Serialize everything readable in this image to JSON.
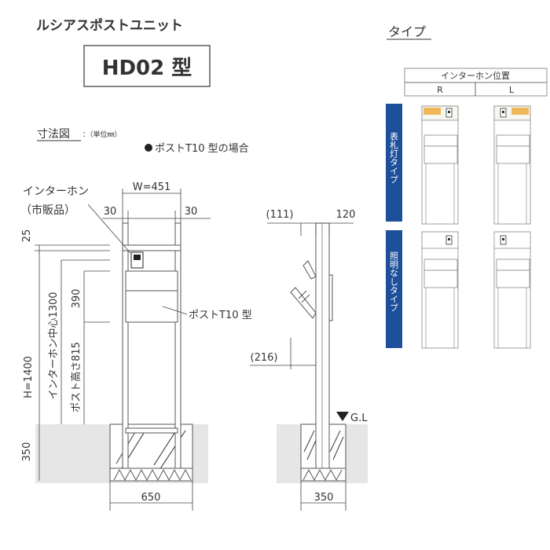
{
  "header": {
    "product_name": "ルシアスポストユニット",
    "model": "HD02 型"
  },
  "types_panel": {
    "title": "タイプ",
    "table_header": "インターホン位置",
    "col_r": "R",
    "col_l": "L",
    "row1_label": "表札灯タイプ",
    "row2_label": "照明なしタイプ",
    "row_label_color": "#1d4f9a"
  },
  "drawing": {
    "section_title": "寸法図",
    "unit_note": "：（単位㎜）",
    "variant_note": "ポストT10 型の場合",
    "labels": {
      "intercom_1": "インターホン",
      "intercom_2": "（市販品）",
      "width": "W=451",
      "margin_left": "30",
      "margin_right": "30",
      "top": "25",
      "height": "H=1400",
      "intercom_center": "インターホン中心1300",
      "post_height": "ポスト高さ815",
      "post_box": "390",
      "post_type": "ポストT10 型",
      "depth_base": "350",
      "base_width": "650",
      "side_depth_1": "(111)",
      "side_depth_2": "120",
      "side_offset": "(216)",
      "ground_level": "G.L",
      "side_base": "350"
    }
  }
}
